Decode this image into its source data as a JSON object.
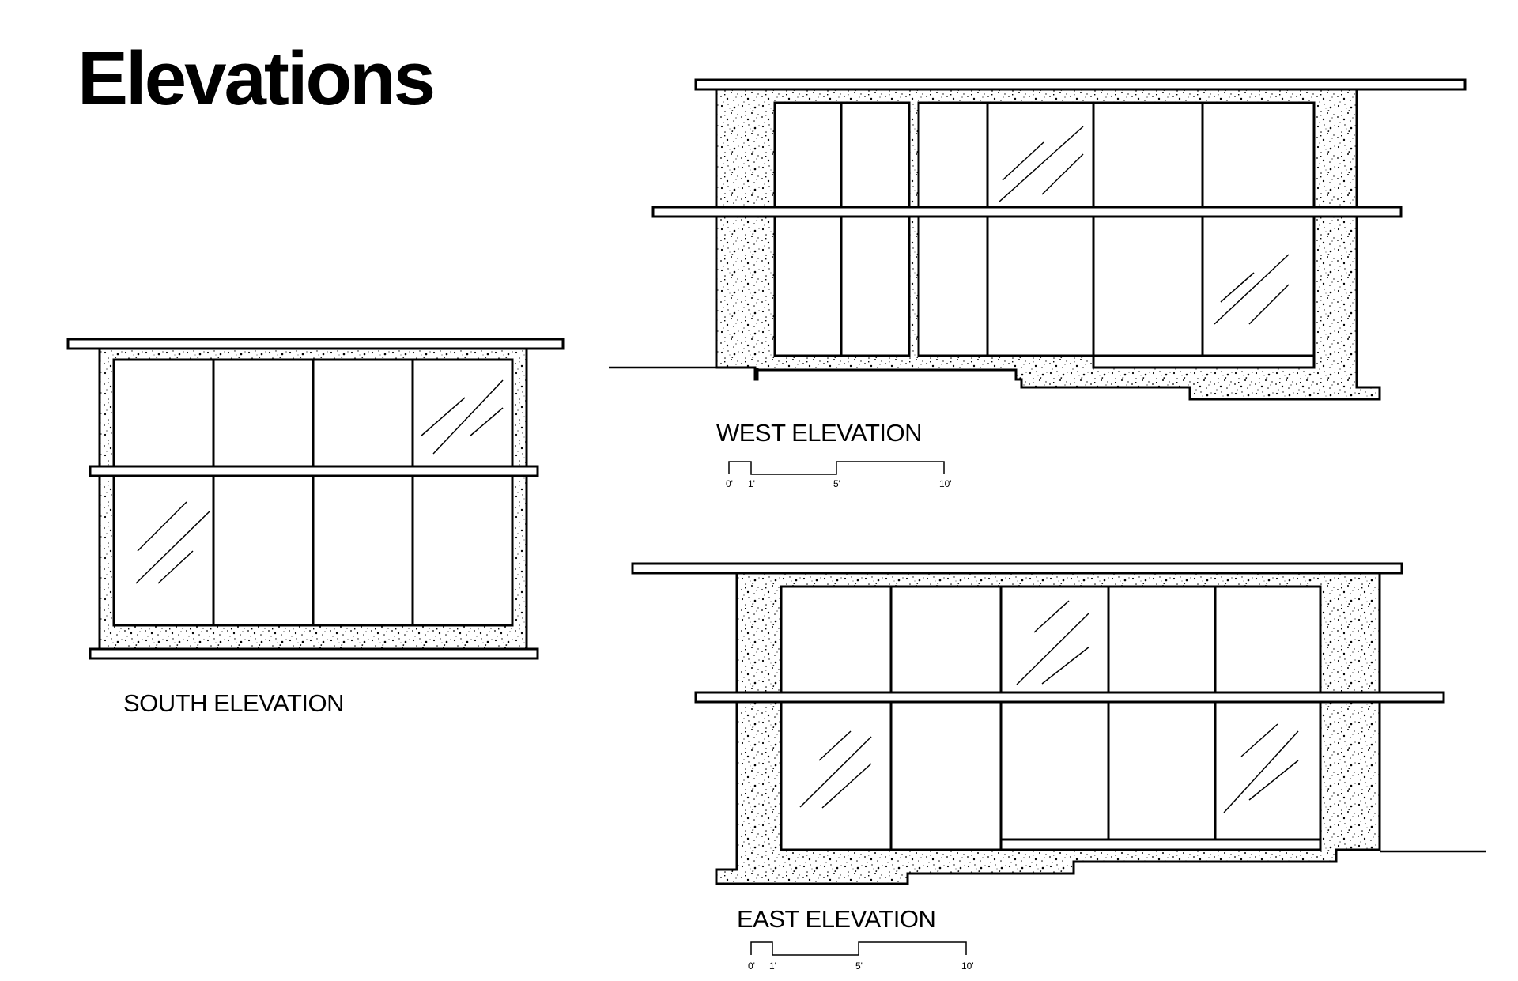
{
  "title": "Elevations",
  "colors": {
    "ink": "#000000",
    "paper": "#ffffff",
    "concrete_speckle": "#000000"
  },
  "elevations": {
    "south": {
      "label": "SOUTH ELEVATION"
    },
    "west": {
      "label": "WEST ELEVATION"
    },
    "east": {
      "label": "EAST ELEVATION"
    }
  },
  "scale_bar": {
    "ticks": [
      "0'",
      "1'",
      "5'",
      "10'"
    ]
  }
}
